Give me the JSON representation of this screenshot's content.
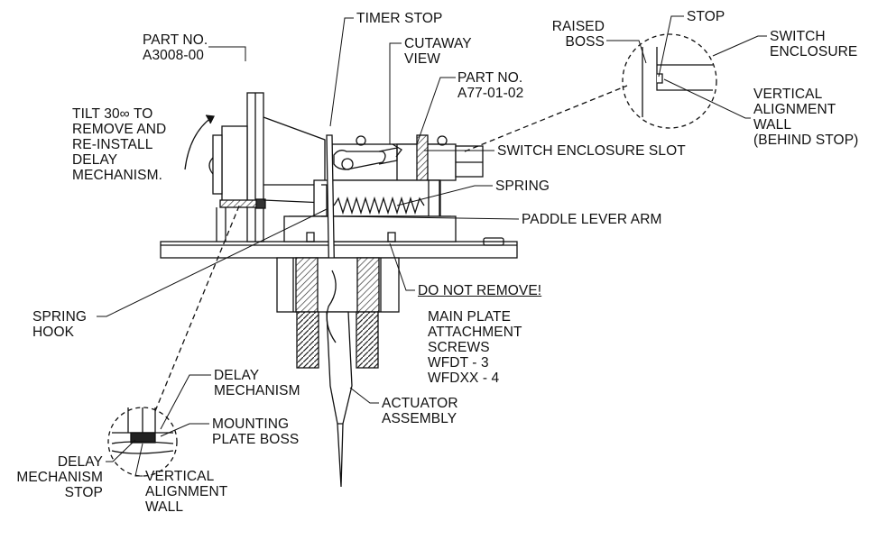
{
  "colors": {
    "ink": "#111111",
    "background": "#ffffff",
    "hatch": "#555555"
  },
  "labels": {
    "part_a3008": "PART NO.\nA3008-00",
    "timer_stop": "TIMER STOP",
    "raised_boss": "RAISED\nBOSS",
    "stop": "STOP",
    "switch_enclosure": "SWITCH\nENCLOSURE",
    "cutaway_view": "CUTAWAY\nVIEW",
    "part_a77": "PART NO.\nA77-01-02",
    "tilt": "TILT 30∞ TO\nREMOVE AND\nRE-INSTALL\nDELAY\nMECHANISM.",
    "vertical_alignment_top": "VERTICAL\nALIGNMENT\nWALL\n(BEHIND STOP)",
    "switch_enclosure_slot": "SWITCH ENCLOSURE SLOT",
    "spring": "SPRING",
    "paddle_lever_arm": "PADDLE LEVER ARM",
    "do_not_remove": "DO NOT REMOVE!",
    "main_plate": "MAIN PLATE\nATTACHMENT\nSCREWS\nWFDT - 3\nWFDXX - 4",
    "spring_hook": "SPRING\nHOOK",
    "delay_mechanism": "DELAY\nMECHANISM",
    "mounting_plate_boss": "MOUNTING\nPLATE BOSS",
    "actuator_assembly": "ACTUATOR\nASSEMBLY",
    "delay_mechanism_stop": "DELAY\nMECHANISM\nSTOP",
    "vertical_alignment_bottom": "VERTICAL\nALIGNMENT\nWALL"
  }
}
